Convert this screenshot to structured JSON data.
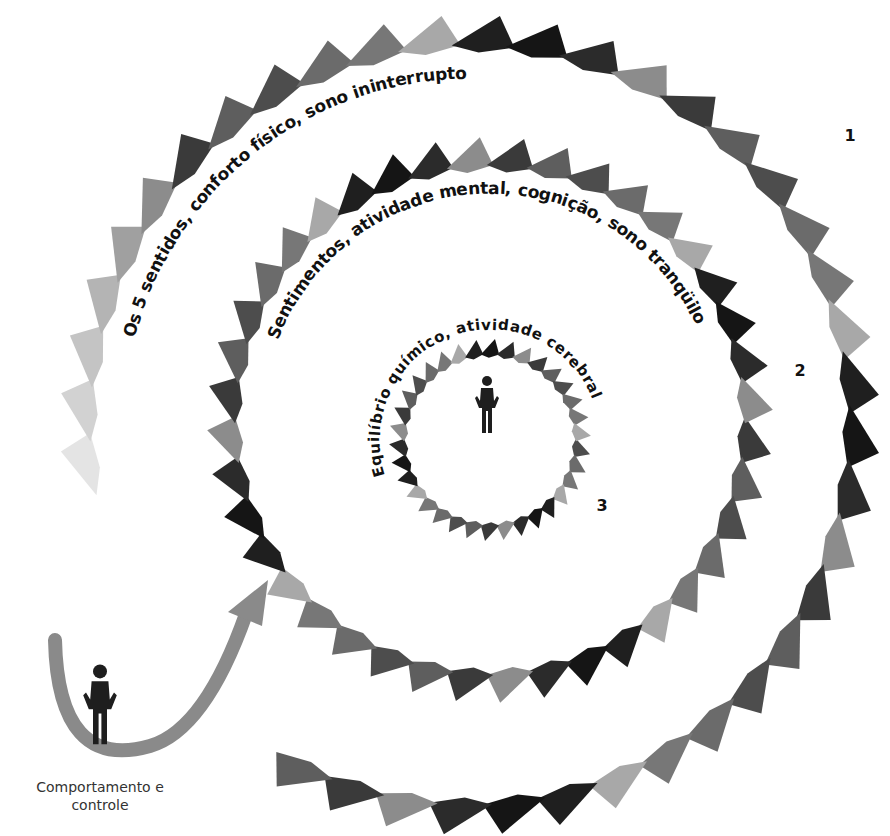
{
  "diagram": {
    "labels": [
      "Os 5 sentidos, conforto físico, sono ininterrupto",
      "1",
      "Sentimentos, atividade mental, cognição, sono tranqüilo",
      "2",
      "Equilíbrio químico, atividade cerebral",
      "3",
      "Comportamento e controle"
    ]
  }
}
